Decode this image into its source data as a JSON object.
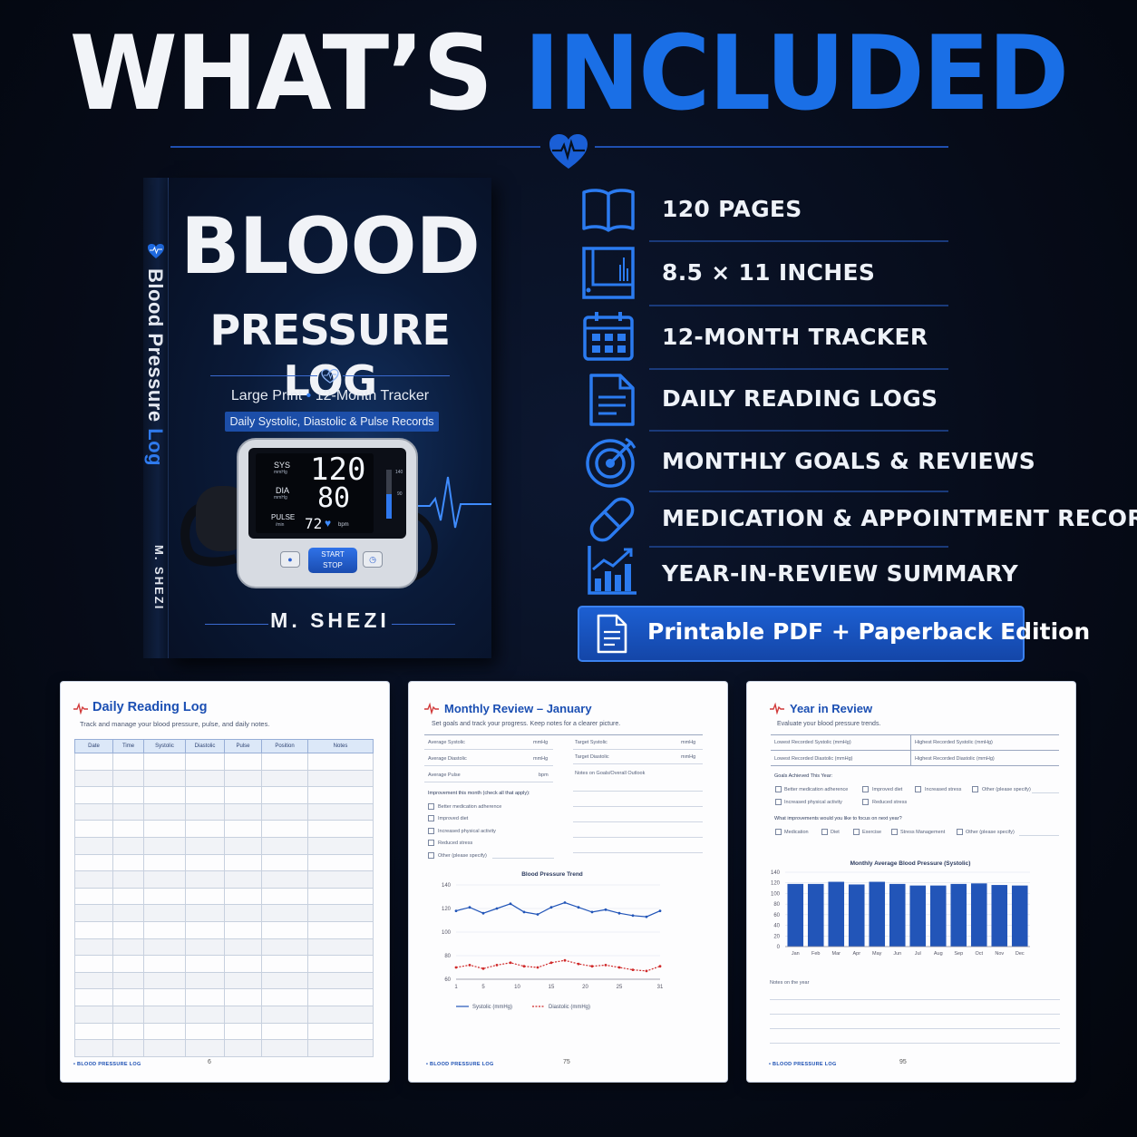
{
  "headline": {
    "part1": "WHAT’S",
    "part2": "INCLUDED"
  },
  "colors": {
    "accent": "#1a6fe6",
    "background": "#060b18",
    "cta": "#1c5fd2"
  },
  "book": {
    "title_line1": "BLOOD",
    "title_line2": "PRESSURE LOG",
    "subtitle_a": "Large Print",
    "subtitle_b": "12-Month Tracker",
    "pill": "Daily Systolic, Diastolic & Pulse Records",
    "author": "M. SHEZI",
    "spine_title_a": "Blood Pressure",
    "spine_title_b": "Log",
    "spine_author": "M. SHEZI",
    "monitor": {
      "sys_label": "SYS",
      "sys_unit": "mmHg",
      "sys_value": "120",
      "dia_label": "DIA",
      "dia_unit": "mmHg",
      "dia_value": "80",
      "pulse_label": "PULSE",
      "pulse_unit": "/min",
      "pulse_value": "72",
      "bpm": "bpm",
      "scale_top": "140",
      "scale_mid": "90",
      "start": "START",
      "stop": "STOP"
    }
  },
  "features": [
    {
      "icon": "open-book-icon",
      "label": "120 PAGES"
    },
    {
      "icon": "page-size-icon",
      "label": "8.5 × 11 INCHES"
    },
    {
      "icon": "calendar-icon",
      "label": "12-MONTH TRACKER"
    },
    {
      "icon": "document-icon",
      "label": "DAILY READING LOGS"
    },
    {
      "icon": "target-icon",
      "label": "MONTHLY GOALS & REVIEWS"
    },
    {
      "icon": "pill-icon",
      "label": "MEDICATION & APPOINTMENT RECORDS"
    },
    {
      "icon": "growth-chart-icon",
      "label": "YEAR-IN-REVIEW SUMMARY"
    }
  ],
  "cta": {
    "icon": "document-icon",
    "label": "Printable PDF + Paperback Edition"
  },
  "pages": {
    "daily": {
      "title": "Daily Reading Log",
      "desc": "Track and manage your blood pressure, pulse, and daily notes.",
      "columns": [
        "Date",
        "Time",
        "Systolic",
        "Diastolic",
        "Pulse",
        "Position",
        "Notes"
      ],
      "footer": "• BLOOD PRESSURE LOG",
      "page_number": "6"
    },
    "monthly": {
      "title": "Monthly Review – January",
      "desc": "Set goals and track your progress. Keep notes for a clearer picture.",
      "fields_left": [
        {
          "label": "Average Systolic",
          "unit": "mmHg"
        },
        {
          "label": "Average Diastolic",
          "unit": "mmHg"
        },
        {
          "label": "Average Pulse",
          "unit": "bpm"
        }
      ],
      "fields_right": [
        {
          "label": "Target Systolic",
          "unit": "mmHg"
        },
        {
          "label": "Target Diastolic",
          "unit": "mmHg"
        }
      ],
      "notes_label": "Notes on Goals/Overall Outlook",
      "improve_label": "Improvement this month (check all that apply):",
      "checks": [
        "Better medication adherence",
        "Improved diet",
        "Increased physical activity",
        "Reduced stress",
        "Other (please specify)"
      ],
      "footer": "• BLOOD PRESSURE LOG",
      "page_number": "75"
    },
    "year": {
      "title": "Year in Review",
      "desc": "Evaluate your blood pressure trends.",
      "fields": [
        "Lowest Recorded Systolic (mmHg)",
        "Highest Recorded Systolic (mmHg)",
        "Lowest Recorded Diastolic (mmHg)",
        "Highest Recorded Diastolic (mmHg)"
      ],
      "goals_label": "Goals Achieved This Year:",
      "goals": [
        "Better medication adherence",
        "Improved diet",
        "Increased stress",
        "Other (please specify)",
        "Increased physical activity",
        "Reduced stress"
      ],
      "improve_label": "What improvements would you like to focus on next year?",
      "improvements": [
        "Medication",
        "Diet",
        "Exercise",
        "Stress Management",
        "Other (please specify)"
      ],
      "notes_label": "Notes on the year",
      "footer": "• BLOOD PRESSURE LOG",
      "page_number": "95"
    }
  },
  "chart_data": [
    {
      "type": "line",
      "title": "Blood Pressure Trend",
      "x": [
        1,
        3,
        5,
        7,
        9,
        11,
        13,
        15,
        17,
        19,
        21,
        23,
        25,
        27,
        29,
        31
      ],
      "x_ticks": [
        1,
        5,
        10,
        15,
        20,
        25,
        31
      ],
      "y_ticks": [
        60,
        80,
        100,
        120,
        140
      ],
      "ylim": [
        60,
        140
      ],
      "series": [
        {
          "name": "Systolic (mmHg)",
          "color": "#2255b8",
          "values": [
            118,
            121,
            116,
            120,
            124,
            117,
            115,
            121,
            125,
            121,
            117,
            119,
            116,
            114,
            113,
            118
          ]
        },
        {
          "name": "Diastolic (mmHg)",
          "color": "#d02a2a",
          "values": [
            70,
            72,
            69,
            72,
            74,
            71,
            70,
            74,
            76,
            73,
            71,
            72,
            70,
            68,
            67,
            71
          ]
        }
      ]
    },
    {
      "type": "bar",
      "title": "Monthly Average Blood Pressure (Systolic)",
      "categories": [
        "Jan",
        "Feb",
        "Mar",
        "Apr",
        "May",
        "Jun",
        "Jul",
        "Aug",
        "Sep",
        "Oct",
        "Nov",
        "Dec"
      ],
      "values": [
        118,
        118,
        122,
        117,
        122,
        118,
        115,
        115,
        118,
        119,
        116,
        115
      ],
      "y_ticks": [
        0,
        20,
        40,
        60,
        80,
        100,
        120,
        140
      ],
      "ylim": [
        0,
        140
      ],
      "color": "#2255b8"
    }
  ]
}
